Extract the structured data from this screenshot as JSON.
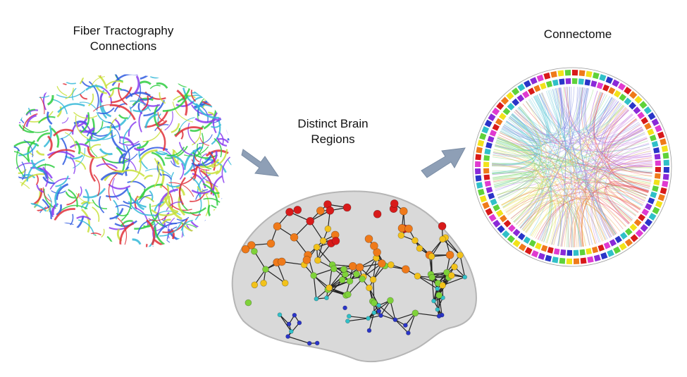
{
  "stages": {
    "fiber": {
      "line1": "Fiber Tractography",
      "line2": "Connections"
    },
    "regions": {
      "line1": "Distinct Brain",
      "line2": "Regions"
    },
    "connectome": {
      "title": "Connectome"
    }
  },
  "colors": {
    "arrow": "#8e9fb6",
    "fiber_palette": [
      "#2ecc40",
      "#e0303a",
      "#2f5be0",
      "#8a3df0",
      "#34b8d8",
      "#c8e03a"
    ],
    "node_palette": [
      "#d81a1a",
      "#ef7a1a",
      "#f2c21a",
      "#7fd23a",
      "#30c0c8",
      "#2a35c8"
    ]
  }
}
